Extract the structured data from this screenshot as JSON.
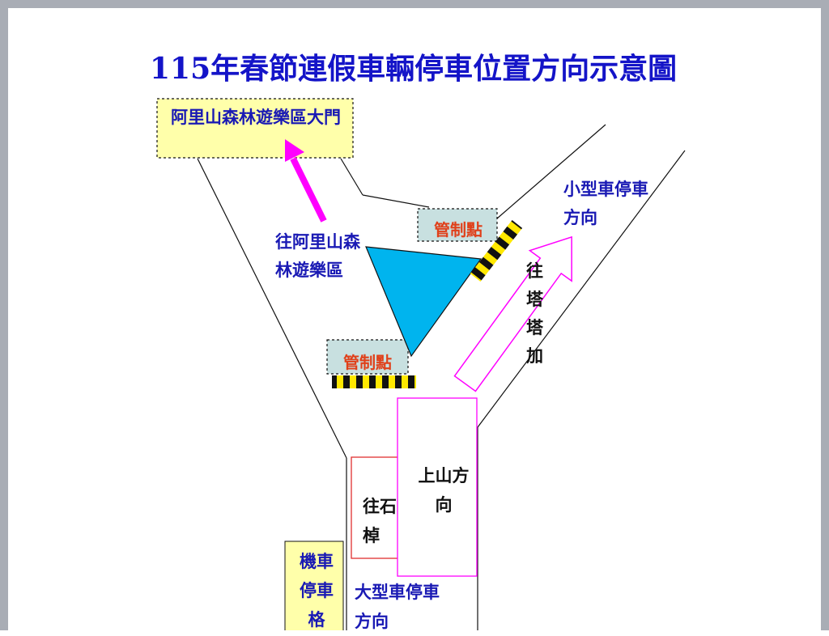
{
  "title": "115年春節連假車輛停車位置方向示意圖",
  "labels": {
    "entrance": "阿里山森林遊樂區大門",
    "toward_alishan": "往阿里山森林遊樂區",
    "small_car": "小型車停車方向",
    "toward_tataka": "往塔塔加",
    "control_point_1": "管制點",
    "control_point_2": "管制點",
    "uphill_direction": "上山方向",
    "toward_shizhuo": "往石棹",
    "motorcycle_parking": "機車停車格",
    "large_car": "大型車停車方向"
  },
  "colors": {
    "title": "#1414c8",
    "label_blue": "#1a1ab4",
    "control_red": "#e0401a",
    "triangle": "#00b4ee",
    "magenta": "#ff00ff",
    "box_yellow": "#ffffaa",
    "box_teal": "#c8e0e0"
  }
}
